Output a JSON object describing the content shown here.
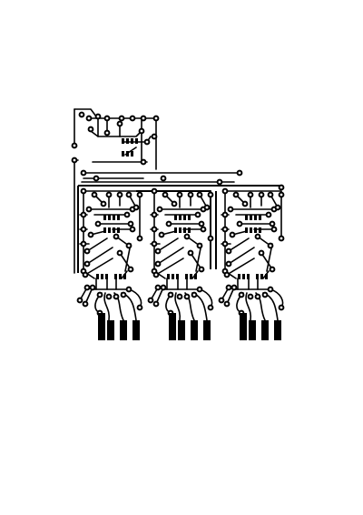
{
  "diagram": {
    "kind": "pcb-copper-layout",
    "colors": {
      "copper": "#000000",
      "board": "#ffffff"
    },
    "channels": [
      "channel-1",
      "channel-2",
      "channel-3"
    ]
  }
}
